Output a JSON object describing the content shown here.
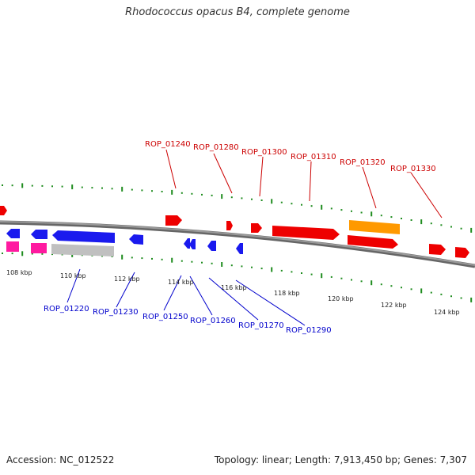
{
  "title": "Rhodococcus opacus B4, complete genome",
  "footer": {
    "accession": "Accession: NC_012522",
    "summary": "Topology: linear; Length: 7,913,450 bp; Genes: 7,307"
  },
  "colors": {
    "backbone": "#808080",
    "tick": "#1e8c1e",
    "forward_gene": "#ee0000",
    "reverse_gene": "#1a1aee",
    "orange_feature": "#ff9900",
    "pink_feature": "#ff1aa0",
    "gray_feature": "#c0c0c0",
    "top_label": "#cc0000",
    "bottom_label": "#0000cc"
  },
  "scale_labels": [
    "108 kbp",
    "110 kbp",
    "112 kbp",
    "114 kbp",
    "116 kbp",
    "118 kbp",
    "120 kbp",
    "122 kbp",
    "124 kbp"
  ],
  "top_gene_labels": [
    "ROP_01240",
    "ROP_01280",
    "ROP_01300",
    "ROP_01310",
    "ROP_01320",
    "ROP_01330"
  ],
  "bottom_gene_labels": [
    "ROP_01220",
    "ROP_01230",
    "ROP_01250",
    "ROP_01260",
    "ROP_01270",
    "ROP_01290"
  ]
}
